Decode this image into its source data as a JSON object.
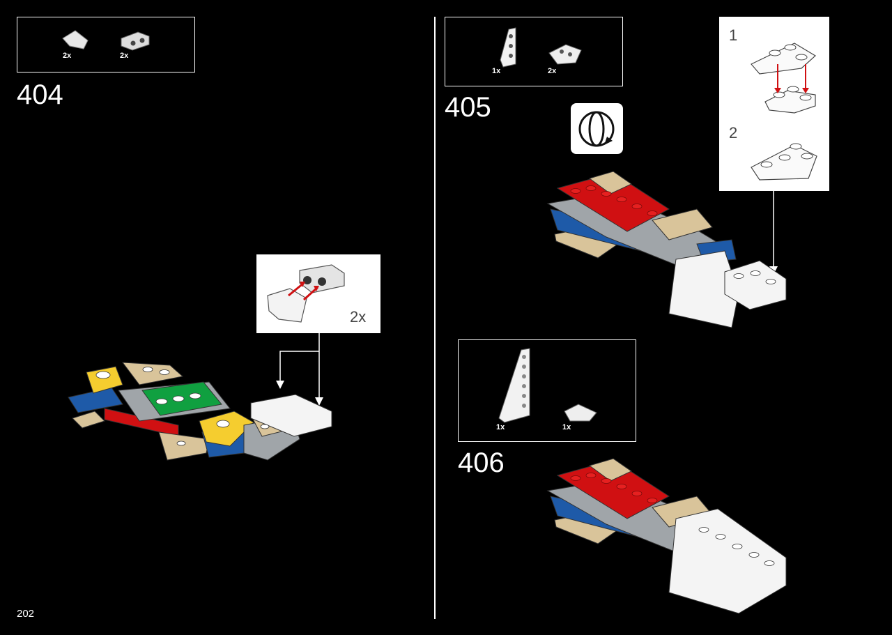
{
  "page": {
    "number": "202"
  },
  "steps": [
    {
      "number": "404",
      "parts": [
        {
          "name": "slope-1x2-white",
          "qty": "2x"
        },
        {
          "name": "bracket-1x2-white",
          "qty": "2x"
        }
      ],
      "callout": {
        "qty": "2x"
      }
    },
    {
      "number": "405",
      "parts": [
        {
          "name": "wedge-plate-left",
          "qty": "1x"
        },
        {
          "name": "wedge-plate-small",
          "qty": "2x"
        }
      ],
      "callout": {
        "sub1": "1",
        "sub2": "2"
      },
      "rotate_icon": "rotate-model-icon"
    },
    {
      "number": "406",
      "parts": [
        {
          "name": "wedge-plate-long",
          "qty": "1x"
        },
        {
          "name": "curved-slope-white",
          "qty": "1x"
        }
      ]
    }
  ],
  "colors": {
    "red": "#d01012",
    "tan": "#d9c49a",
    "grey": "#a0a5a9",
    "blue": "#1e5aa8",
    "green": "#10a040",
    "yellow": "#f5cd2f",
    "white": "#f4f4f4"
  }
}
